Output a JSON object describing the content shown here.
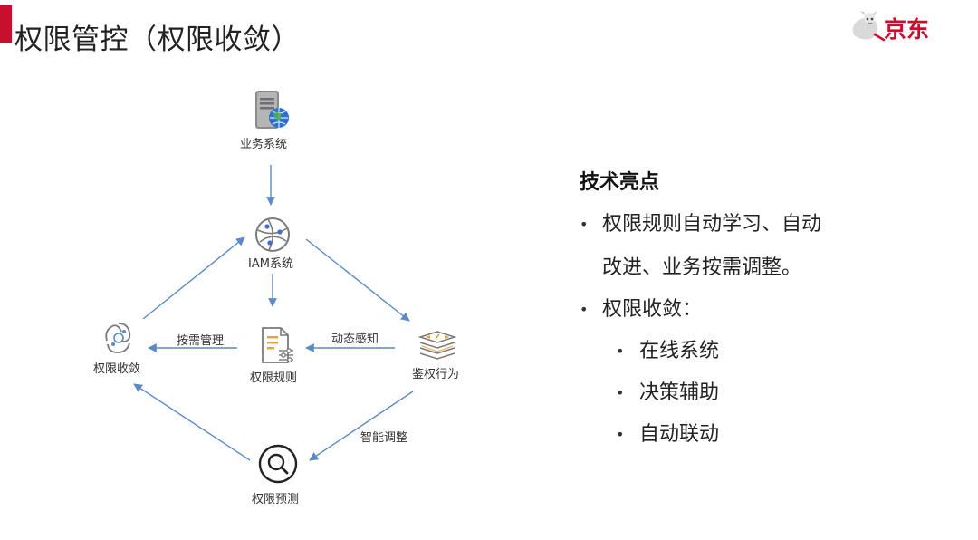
{
  "header": {
    "title": "权限管控（权限收敛）",
    "logo_text": "京东"
  },
  "colors": {
    "accent_red": "#c8102e",
    "arrow_blue": "#5b8bc9",
    "icon_gray": "#7a7a7a",
    "icon_orange": "#e8a13a"
  },
  "diagram": {
    "nodes": {
      "business": {
        "label": "业务系统",
        "icon": "server-globe-icon"
      },
      "iam": {
        "label": "IAM系统",
        "icon": "network-globe-icon"
      },
      "rules": {
        "label": "权限规则",
        "icon": "document-settings-icon"
      },
      "behavior": {
        "label": "鉴权行为",
        "icon": "layers-code-icon"
      },
      "converge": {
        "label": "权限收敛",
        "icon": "loop-converge-icon"
      },
      "predict": {
        "label": "权限预测",
        "icon": "magnifier-icon"
      }
    },
    "edges": {
      "on_demand": "按需管理",
      "dynamic_sense": "动态感知",
      "smart_adjust": "智能调整"
    }
  },
  "panel": {
    "title": "技术亮点",
    "bullet1_line1": "权限规则自动学习、自动",
    "bullet1_line2": "改进、业务按需调整。",
    "bullet2": "权限收敛：",
    "sub_items": [
      "在线系统",
      "决策辅助",
      "自动联动"
    ]
  }
}
